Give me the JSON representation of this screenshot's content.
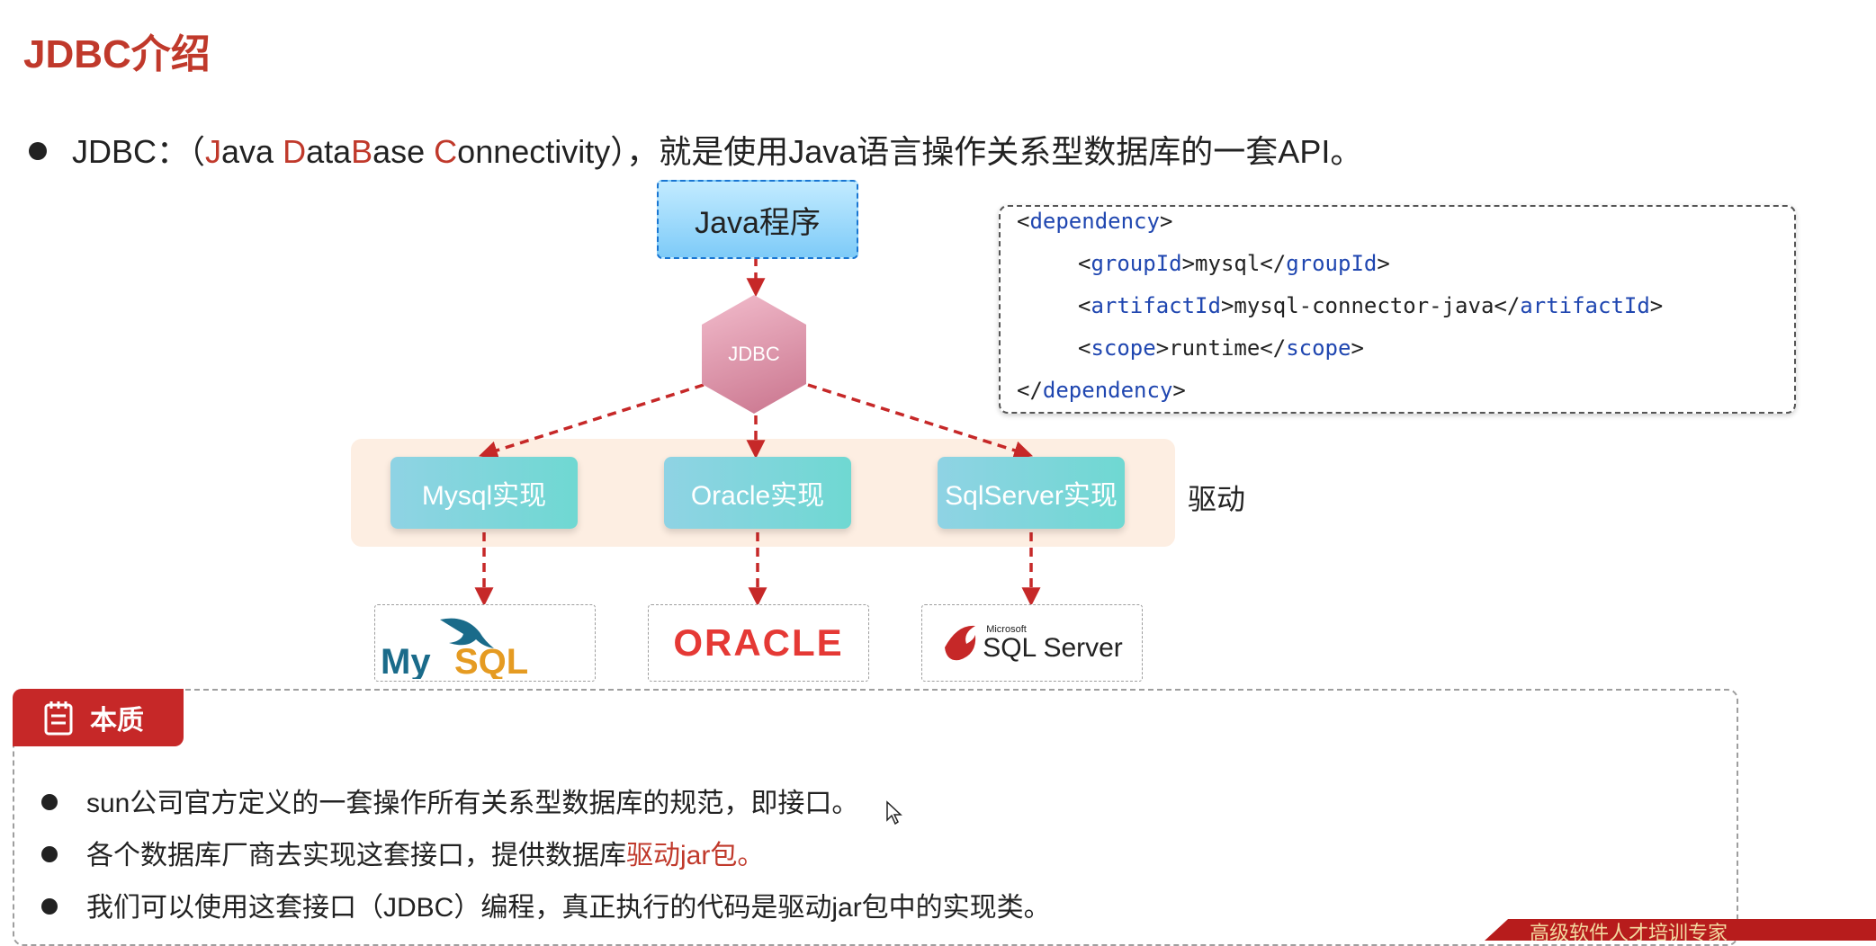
{
  "title": "JDBC介绍",
  "intro": {
    "prefix": "JDBC：（",
    "J": "J",
    "ava": "ava ",
    "D": "D",
    "ata": "ata",
    "B": "B",
    "ase": "ase ",
    "C": "C",
    "onnectivity": "onnectivity",
    "suffix": "），就是使用Java语言操作关系型数据库的一套API。"
  },
  "diagram": {
    "java_program": "Java程序",
    "jdbc": "JDBC",
    "implementations": [
      "Mysql实现",
      "Oracle实现",
      "SqlServer实现"
    ],
    "driver_label": "驱动",
    "logos": {
      "mysql": "MySQL",
      "oracle": "ORACLE",
      "sqlserver_small": "Microsoft",
      "sqlserver": "SQL Server"
    }
  },
  "code": {
    "line1": {
      "open": "<",
      "tag": "dependency",
      "close": ">"
    },
    "line2": {
      "open": "<",
      "tag": "groupId",
      "mid": ">mysql</",
      "tag2": "groupId",
      "close": ">"
    },
    "line3": {
      "open": "<",
      "tag": "artifactId",
      "mid": ">mysql-connector-java</",
      "tag2": "artifactId",
      "close": ">"
    },
    "line4": {
      "open": "<",
      "tag": "scope",
      "mid": ">runtime</",
      "tag2": "scope",
      "close": ">"
    },
    "line5": {
      "open": "</",
      "tag": "dependency",
      "close": ">"
    }
  },
  "essence": {
    "header": "本质",
    "bullet1": "sun公司官方定义的一套操作所有关系型数据库的规范，即接口。",
    "bullet2_prefix": "各个数据库厂商去实现这套接口，提供数据库",
    "bullet2_highlight": "驱动jar包。",
    "bullet3": "我们可以使用这套接口（JDBC）编程，真正执行的代码是驱动jar包中的实现类。"
  },
  "footer": "高级软件人才培训专家",
  "colors": {
    "accent_red": "#c0392b",
    "arrow_red": "#c62828",
    "code_tag_blue": "#1f46b0",
    "impl_teal": "#7fd6dc"
  }
}
